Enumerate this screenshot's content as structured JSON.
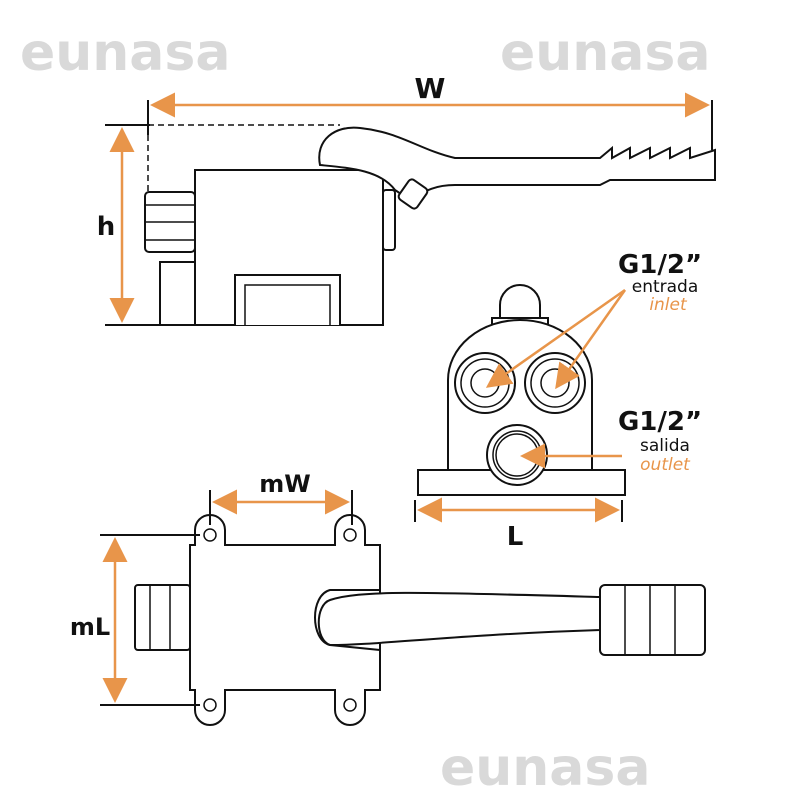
{
  "watermark": "eunasa",
  "colors": {
    "accent": "#e8954a",
    "line": "#111111"
  },
  "dimensions": {
    "width": "W",
    "height": "h",
    "length": "L",
    "mount_width": "mW",
    "mount_length": "mL"
  },
  "ports": {
    "inlet": {
      "thread": "G1/2”",
      "label_es": "entrada",
      "label_en": "inlet"
    },
    "outlet": {
      "thread": "G1/2”",
      "label_es": "salida",
      "label_en": "outlet"
    }
  }
}
